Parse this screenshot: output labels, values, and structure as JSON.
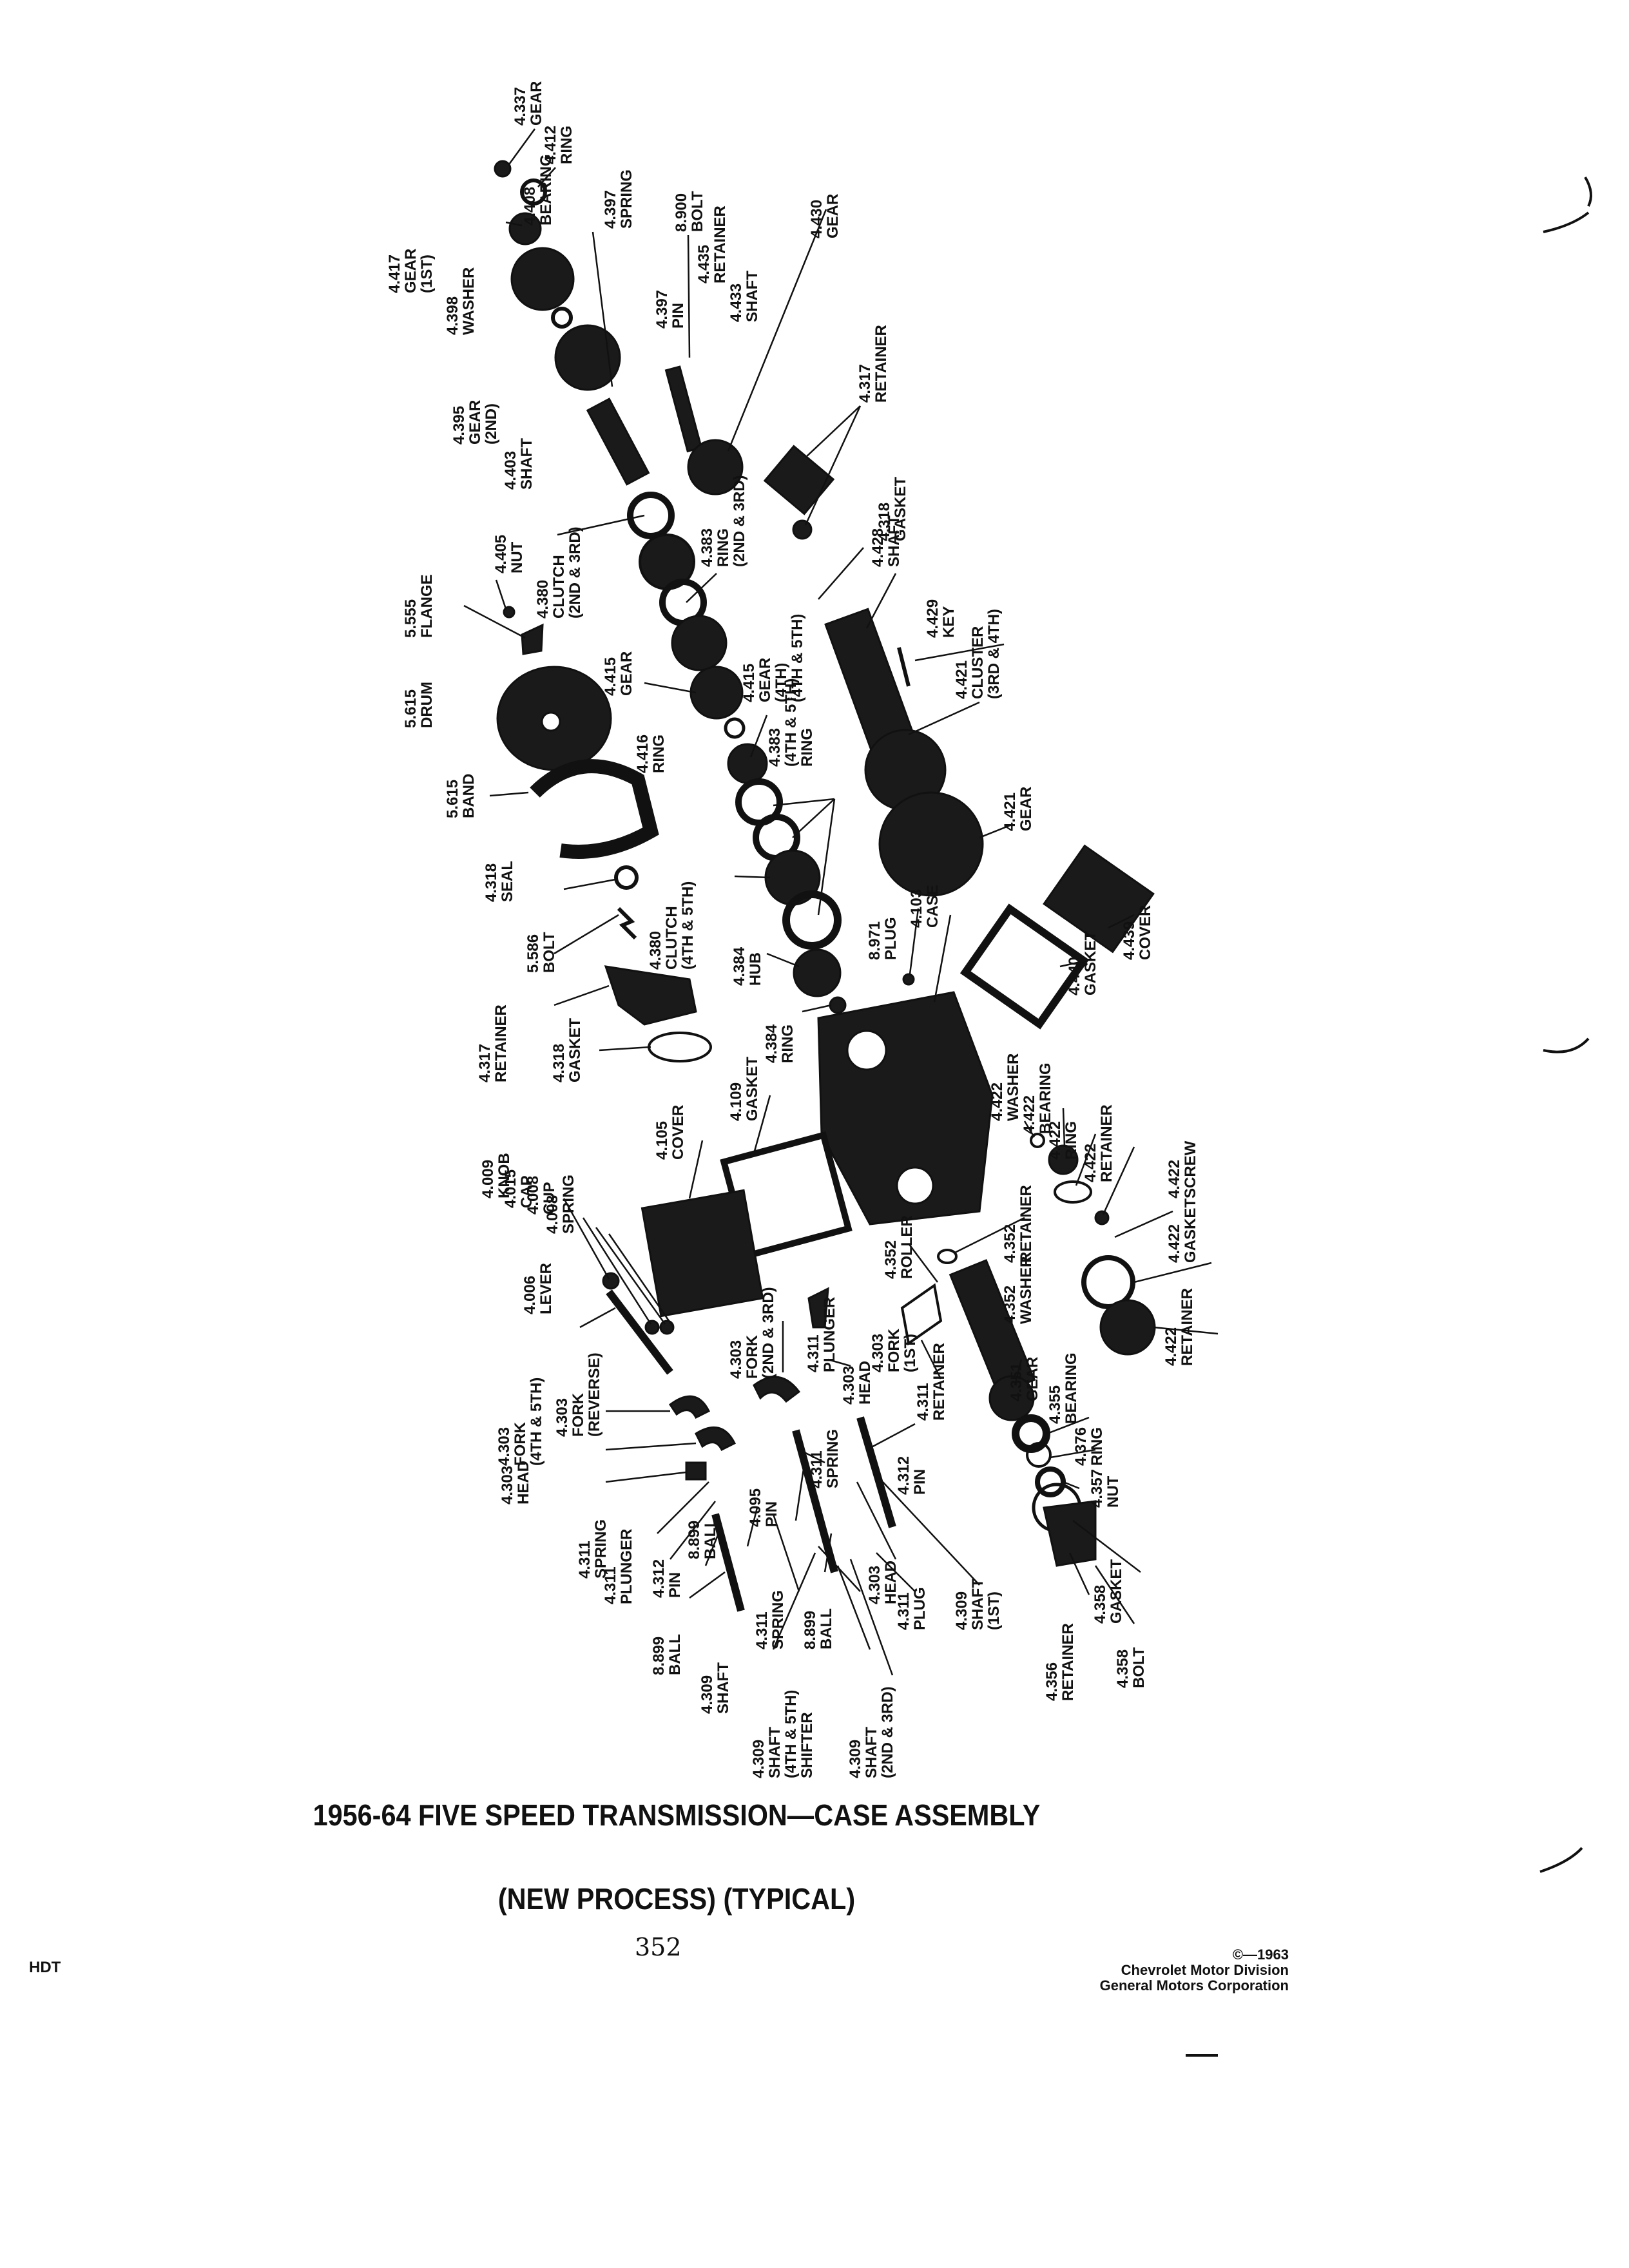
{
  "document": {
    "title_line1": "1956-64 FIVE SPEED TRANSMISSION—CASE ASSEMBLY",
    "title_line2": "(NEW PROCESS) (TYPICAL)",
    "page_number": "352",
    "doc_code": "HDT",
    "copyright_line1": "©—1963",
    "copyright_line2": "Chevrolet Motor Division",
    "copyright_line3": "General Motors Corporation"
  },
  "parts": [
    {
      "id": "p01",
      "lines": [
        "4.337",
        "GEAR"
      ]
    },
    {
      "id": "p02",
      "lines": [
        "4.412",
        "RING"
      ]
    },
    {
      "id": "p03",
      "lines": [
        "4.408",
        "BEARING"
      ]
    },
    {
      "id": "p04",
      "lines": [
        "4.417",
        "GEAR",
        "(1ST)"
      ]
    },
    {
      "id": "p05",
      "lines": [
        "4.398",
        "WASHER"
      ]
    },
    {
      "id": "p06",
      "lines": [
        "4.397",
        "SPRING"
      ]
    },
    {
      "id": "p07",
      "lines": [
        "4.397",
        "PIN"
      ]
    },
    {
      "id": "p08",
      "lines": [
        "8.900",
        "BOLT"
      ]
    },
    {
      "id": "p09",
      "lines": [
        "4.435",
        "RETAINER"
      ]
    },
    {
      "id": "p10",
      "lines": [
        "4.433",
        "SHAFT"
      ]
    },
    {
      "id": "p11",
      "lines": [
        "4.430",
        "GEAR"
      ]
    },
    {
      "id": "p12",
      "lines": [
        "4.395",
        "GEAR",
        "(2ND)"
      ]
    },
    {
      "id": "p13",
      "lines": [
        "4.403",
        "SHAFT"
      ]
    },
    {
      "id": "p14",
      "lines": [
        "4.317",
        "RETAINER"
      ]
    },
    {
      "id": "p15",
      "lines": [
        "4.405",
        "NUT"
      ]
    },
    {
      "id": "p16",
      "lines": [
        "4.380",
        "CLUTCH",
        "(2ND & 3RD)"
      ]
    },
    {
      "id": "p17",
      "lines": [
        "4.383",
        "RING",
        "(2ND & 3RD)"
      ]
    },
    {
      "id": "p18",
      "lines": [
        "4.318",
        "GASKET"
      ]
    },
    {
      "id": "p19",
      "lines": [
        "4.428",
        "SHAFT"
      ]
    },
    {
      "id": "p20",
      "lines": [
        "5.555",
        "FLANGE"
      ]
    },
    {
      "id": "p21",
      "lines": [
        "4.429",
        "KEY"
      ]
    },
    {
      "id": "p22",
      "lines": [
        "4.421",
        "CLUSTER",
        "(3RD & 4TH)"
      ]
    },
    {
      "id": "p23",
      "lines": [
        "5.615",
        "DRUM"
      ]
    },
    {
      "id": "p24",
      "lines": [
        "4.415",
        "GEAR"
      ]
    },
    {
      "id": "p25",
      "lines": [
        "4.415",
        "GEAR",
        "(4TH)",
        "(4TH & 5TH)"
      ]
    },
    {
      "id": "p26",
      "lines": [
        "4.383",
        "(4TH & 5TH)",
        "RING"
      ]
    },
    {
      "id": "p27",
      "lines": [
        "4.416",
        "RING"
      ]
    },
    {
      "id": "p28",
      "lines": [
        "5.615",
        "BAND"
      ]
    },
    {
      "id": "p29",
      "lines": [
        "4.421",
        "GEAR"
      ]
    },
    {
      "id": "p30",
      "lines": [
        "4.380",
        "CLUTCH",
        "(4TH & 5TH)"
      ]
    },
    {
      "id": "p31",
      "lines": [
        "4.318",
        "SEAL"
      ]
    },
    {
      "id": "p32",
      "lines": [
        "5.586",
        "BOLT"
      ]
    },
    {
      "id": "p33",
      "lines": [
        "8.971",
        "PLUG"
      ]
    },
    {
      "id": "p34",
      "lines": [
        "4.103",
        "CASE"
      ]
    },
    {
      "id": "p35",
      "lines": [
        "4.439",
        "COVER"
      ]
    },
    {
      "id": "p36",
      "lines": [
        "4.440",
        "GASKET"
      ]
    },
    {
      "id": "p37",
      "lines": [
        "4.384",
        "HUB"
      ]
    },
    {
      "id": "p38",
      "lines": [
        "4.317",
        "RETAINER"
      ]
    },
    {
      "id": "p39",
      "lines": [
        "4.384",
        "RING"
      ]
    },
    {
      "id": "p40",
      "lines": [
        "4.318",
        "GASKET"
      ]
    },
    {
      "id": "p41",
      "lines": [
        "4.422",
        "WASHER"
      ]
    },
    {
      "id": "p42",
      "lines": [
        "4.422",
        "BEARING"
      ]
    },
    {
      "id": "p43",
      "lines": [
        "4.422",
        "RING"
      ]
    },
    {
      "id": "p44",
      "lines": [
        "4.422",
        "RETAINER"
      ]
    },
    {
      "id": "p45",
      "lines": [
        "4.109",
        "GASKET"
      ]
    },
    {
      "id": "p46",
      "lines": [
        "4.105",
        "COVER"
      ]
    },
    {
      "id": "p47",
      "lines": [
        "4.009",
        "KNOB"
      ]
    },
    {
      "id": "p48",
      "lines": [
        "4.015",
        "CAP"
      ]
    },
    {
      "id": "p49",
      "lines": [
        "4.008",
        "CUP"
      ]
    },
    {
      "id": "p50",
      "lines": [
        "4.008",
        "SPRING"
      ]
    },
    {
      "id": "p51",
      "lines": [
        "4.422",
        "SCREW"
      ]
    },
    {
      "id": "p52",
      "lines": [
        "4.352",
        "RETAINER"
      ]
    },
    {
      "id": "p53",
      "lines": [
        "4.422",
        "GASKET"
      ]
    },
    {
      "id": "p54",
      "lines": [
        "4.352",
        "ROLLER"
      ]
    },
    {
      "id": "p55",
      "lines": [
        "4.352",
        "WASHER"
      ]
    },
    {
      "id": "p56",
      "lines": [
        "4.422",
        "RETAINER"
      ]
    },
    {
      "id": "p57",
      "lines": [
        "4.006",
        "LEVER"
      ]
    },
    {
      "id": "p58",
      "lines": [
        "4.303",
        "FORK",
        "(2ND & 3RD)"
      ]
    },
    {
      "id": "p59",
      "lines": [
        "4.311",
        "PLUNGER"
      ]
    },
    {
      "id": "p60",
      "lines": [
        "4.303",
        "FORK",
        "(1ST)"
      ]
    },
    {
      "id": "p61",
      "lines": [
        "4.351",
        "GEAR"
      ]
    },
    {
      "id": "p62",
      "lines": [
        "4.311",
        "RETAINER"
      ]
    },
    {
      "id": "p63",
      "lines": [
        "4.303",
        "HEAD"
      ]
    },
    {
      "id": "p64",
      "lines": [
        "4.355",
        "BEARING"
      ]
    },
    {
      "id": "p65",
      "lines": [
        "4.303",
        "FORK",
        "(REVERSE)"
      ]
    },
    {
      "id": "p66",
      "lines": [
        "4.303",
        "FORK",
        "(4TH & 5TH)"
      ]
    },
    {
      "id": "p67",
      "lines": [
        "4.376",
        "RING"
      ]
    },
    {
      "id": "p68",
      "lines": [
        "4.312",
        "PIN"
      ]
    },
    {
      "id": "p69",
      "lines": [
        "4.311",
        "SPRING"
      ]
    },
    {
      "id": "p70",
      "lines": [
        "4.303",
        "HEAD"
      ]
    },
    {
      "id": "p71",
      "lines": [
        "4.095",
        "PIN"
      ]
    },
    {
      "id": "p72",
      "lines": [
        "4.357",
        "NUT"
      ]
    },
    {
      "id": "p73",
      "lines": [
        "8.899",
        "BALL"
      ]
    },
    {
      "id": "p74",
      "lines": [
        "4.311",
        "SPRING"
      ]
    },
    {
      "id": "p75",
      "lines": [
        "4.311",
        "PLUNGER"
      ]
    },
    {
      "id": "p76",
      "lines": [
        "4.312",
        "PIN"
      ]
    },
    {
      "id": "p77",
      "lines": [
        "4.303",
        "HEAD"
      ]
    },
    {
      "id": "p78",
      "lines": [
        "4.309",
        "SHAFT",
        "(1ST)"
      ]
    },
    {
      "id": "p79",
      "lines": [
        "4.311",
        "PLUG"
      ]
    },
    {
      "id": "p80",
      "lines": [
        "4.358",
        "GASKET"
      ]
    },
    {
      "id": "p81",
      "lines": [
        "8.899",
        "BALL"
      ]
    },
    {
      "id": "p82",
      "lines": [
        "4.311",
        "SPRING"
      ]
    },
    {
      "id": "p83",
      "lines": [
        "8.899",
        "BALL"
      ]
    },
    {
      "id": "p84",
      "lines": [
        "4.356",
        "RETAINER"
      ]
    },
    {
      "id": "p85",
      "lines": [
        "4.358",
        "BOLT"
      ]
    },
    {
      "id": "p86",
      "lines": [
        "4.309",
        "SHAFT"
      ]
    },
    {
      "id": "p87",
      "lines": [
        "4.309",
        "SHAFT",
        "(4TH & 5TH)",
        "SHIFTER"
      ]
    },
    {
      "id": "p88",
      "lines": [
        "4.309",
        "SHAFT",
        "(2ND & 3RD)"
      ]
    }
  ]
}
